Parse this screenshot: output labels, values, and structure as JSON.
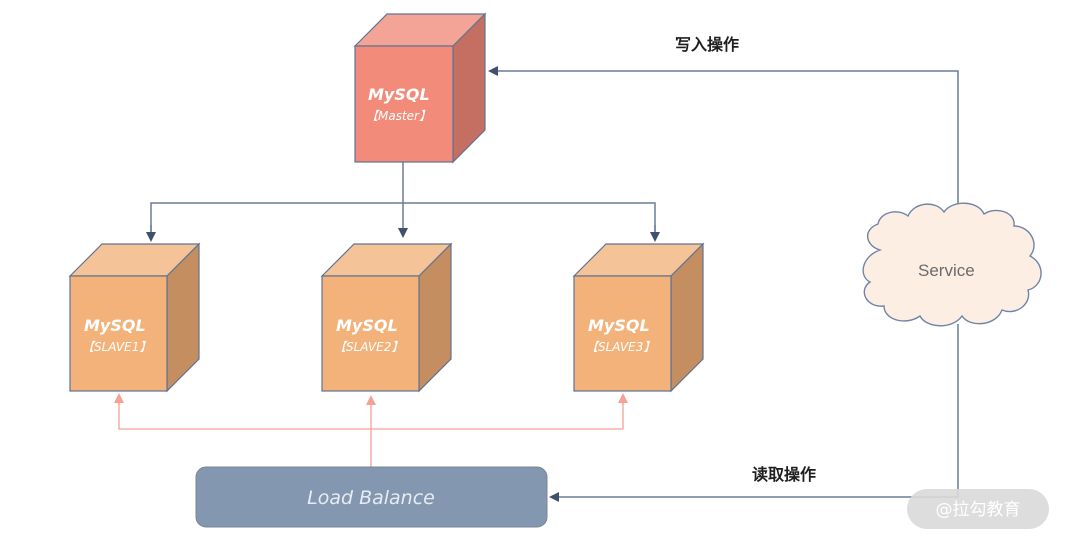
{
  "diagram": {
    "master": {
      "title": "MySQL",
      "subtitle": "【Master】",
      "color_front": "#f28b7a",
      "color_top": "#f4a497",
      "color_side": "#c56f62"
    },
    "slaves": [
      {
        "title": "MySQL",
        "subtitle": "【SLAVE1】"
      },
      {
        "title": "MySQL",
        "subtitle": "【SLAVE2】"
      },
      {
        "title": "MySQL",
        "subtitle": "【SLAVE3】"
      }
    ],
    "slave_colors": {
      "front": "#f2b27a",
      "top": "#f4c397",
      "side": "#c48e61"
    },
    "service": {
      "label": "Service",
      "fill": "#fdeee3",
      "stroke": "#6f84a8"
    },
    "load_balance": {
      "label": "Load Balance",
      "fill": "#8397b0"
    },
    "write_label": "写入操作",
    "read_label": "读取操作",
    "watermark": "@拉勾教育",
    "line_colors": {
      "replication": "#5f7391",
      "balance": "#f5a195"
    }
  }
}
